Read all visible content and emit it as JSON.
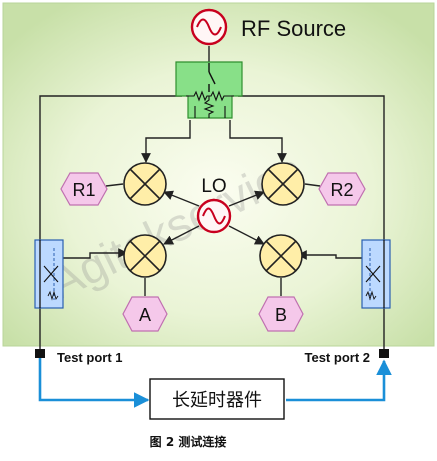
{
  "title_source": "RF Source",
  "lo_label": "LO",
  "receivers": {
    "r1": "R1",
    "r2": "R2",
    "a": "A",
    "b": "B"
  },
  "ports": {
    "port1": "Test port 1",
    "port2": "Test port 2"
  },
  "device_label": "长延时器件",
  "watermark": "Agitekservice",
  "caption": "图 2  测试连接",
  "colors": {
    "panel_top": "#e6f0d8",
    "panel_center": "#f8fbec",
    "panel_edge": "#c5dfa5",
    "source_red": "#c8001e",
    "mixer_fill": "#ffeea8",
    "hex_fill": "#f5c8ea",
    "hex_stroke": "#c070b0",
    "coupler_fill": "#bcd9ff",
    "coupler_stroke": "#2a5fb0",
    "switch_fill": "#88e088",
    "cable_blue": "#1a8fd8"
  }
}
